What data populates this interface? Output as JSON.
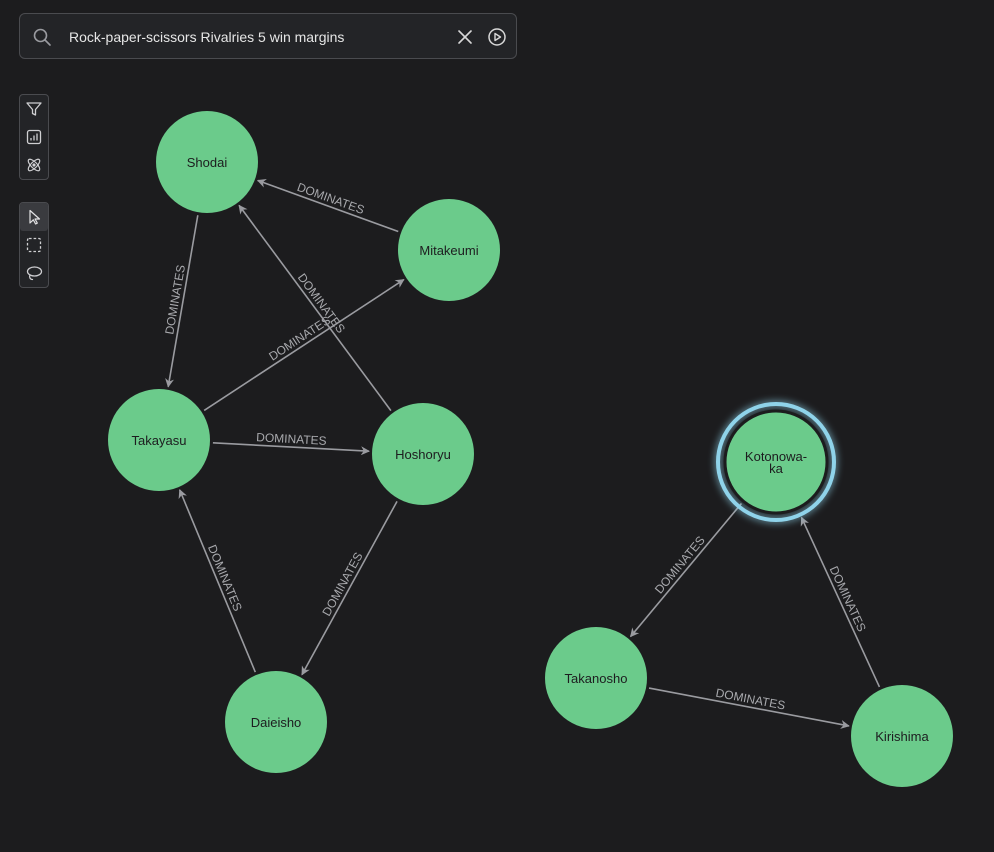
{
  "search": {
    "query": "Rock-paper-scissors Rivalries 5 win margins"
  },
  "toolbar": {
    "filter_icon": "filter-icon",
    "stats_icon": "bar-chart-icon",
    "layout_icon": "atom-icon",
    "select_icon": "pointer-icon",
    "marquee_icon": "dashed-square-icon",
    "lasso_icon": "lasso-icon",
    "active_tool": "select"
  },
  "colors": {
    "background": "#1c1c1e",
    "node_fill": "#6bcb8b",
    "edge": "#9a9ba0",
    "selection_ring": "#8fd3ea"
  },
  "graph": {
    "nodes": [
      {
        "id": "shodai",
        "label": "Shodai"
      },
      {
        "id": "mitakeumi",
        "label": "Mitakeumi"
      },
      {
        "id": "takayasu",
        "label": "Takayasu"
      },
      {
        "id": "hoshoryu",
        "label": "Hoshoryu"
      },
      {
        "id": "daieisho",
        "label": "Daieisho"
      },
      {
        "id": "kotonowaka",
        "label": "Kotonowa-\nka",
        "selected": true
      },
      {
        "id": "takanosho",
        "label": "Takanosho"
      },
      {
        "id": "kirishima",
        "label": "Kirishima"
      }
    ],
    "edges": [
      {
        "from": "mitakeumi",
        "to": "shodai",
        "label": "DOMINATES"
      },
      {
        "from": "shodai",
        "to": "takayasu",
        "label": "DOMINATES"
      },
      {
        "from": "takayasu",
        "to": "mitakeumi",
        "label": "DOMINATES"
      },
      {
        "from": "hoshoryu",
        "to": "shodai",
        "label": "DOMINATES"
      },
      {
        "from": "takayasu",
        "to": "hoshoryu",
        "label": "DOMINATES"
      },
      {
        "from": "hoshoryu",
        "to": "daieisho",
        "label": "DOMINATES"
      },
      {
        "from": "daieisho",
        "to": "takayasu",
        "label": "DOMINATES"
      },
      {
        "from": "kotonowaka",
        "to": "takanosho",
        "label": "DOMINATES"
      },
      {
        "from": "takanosho",
        "to": "kirishima",
        "label": "DOMINATES"
      },
      {
        "from": "kirishima",
        "to": "kotonowaka",
        "label": "DOMINATES"
      }
    ]
  }
}
